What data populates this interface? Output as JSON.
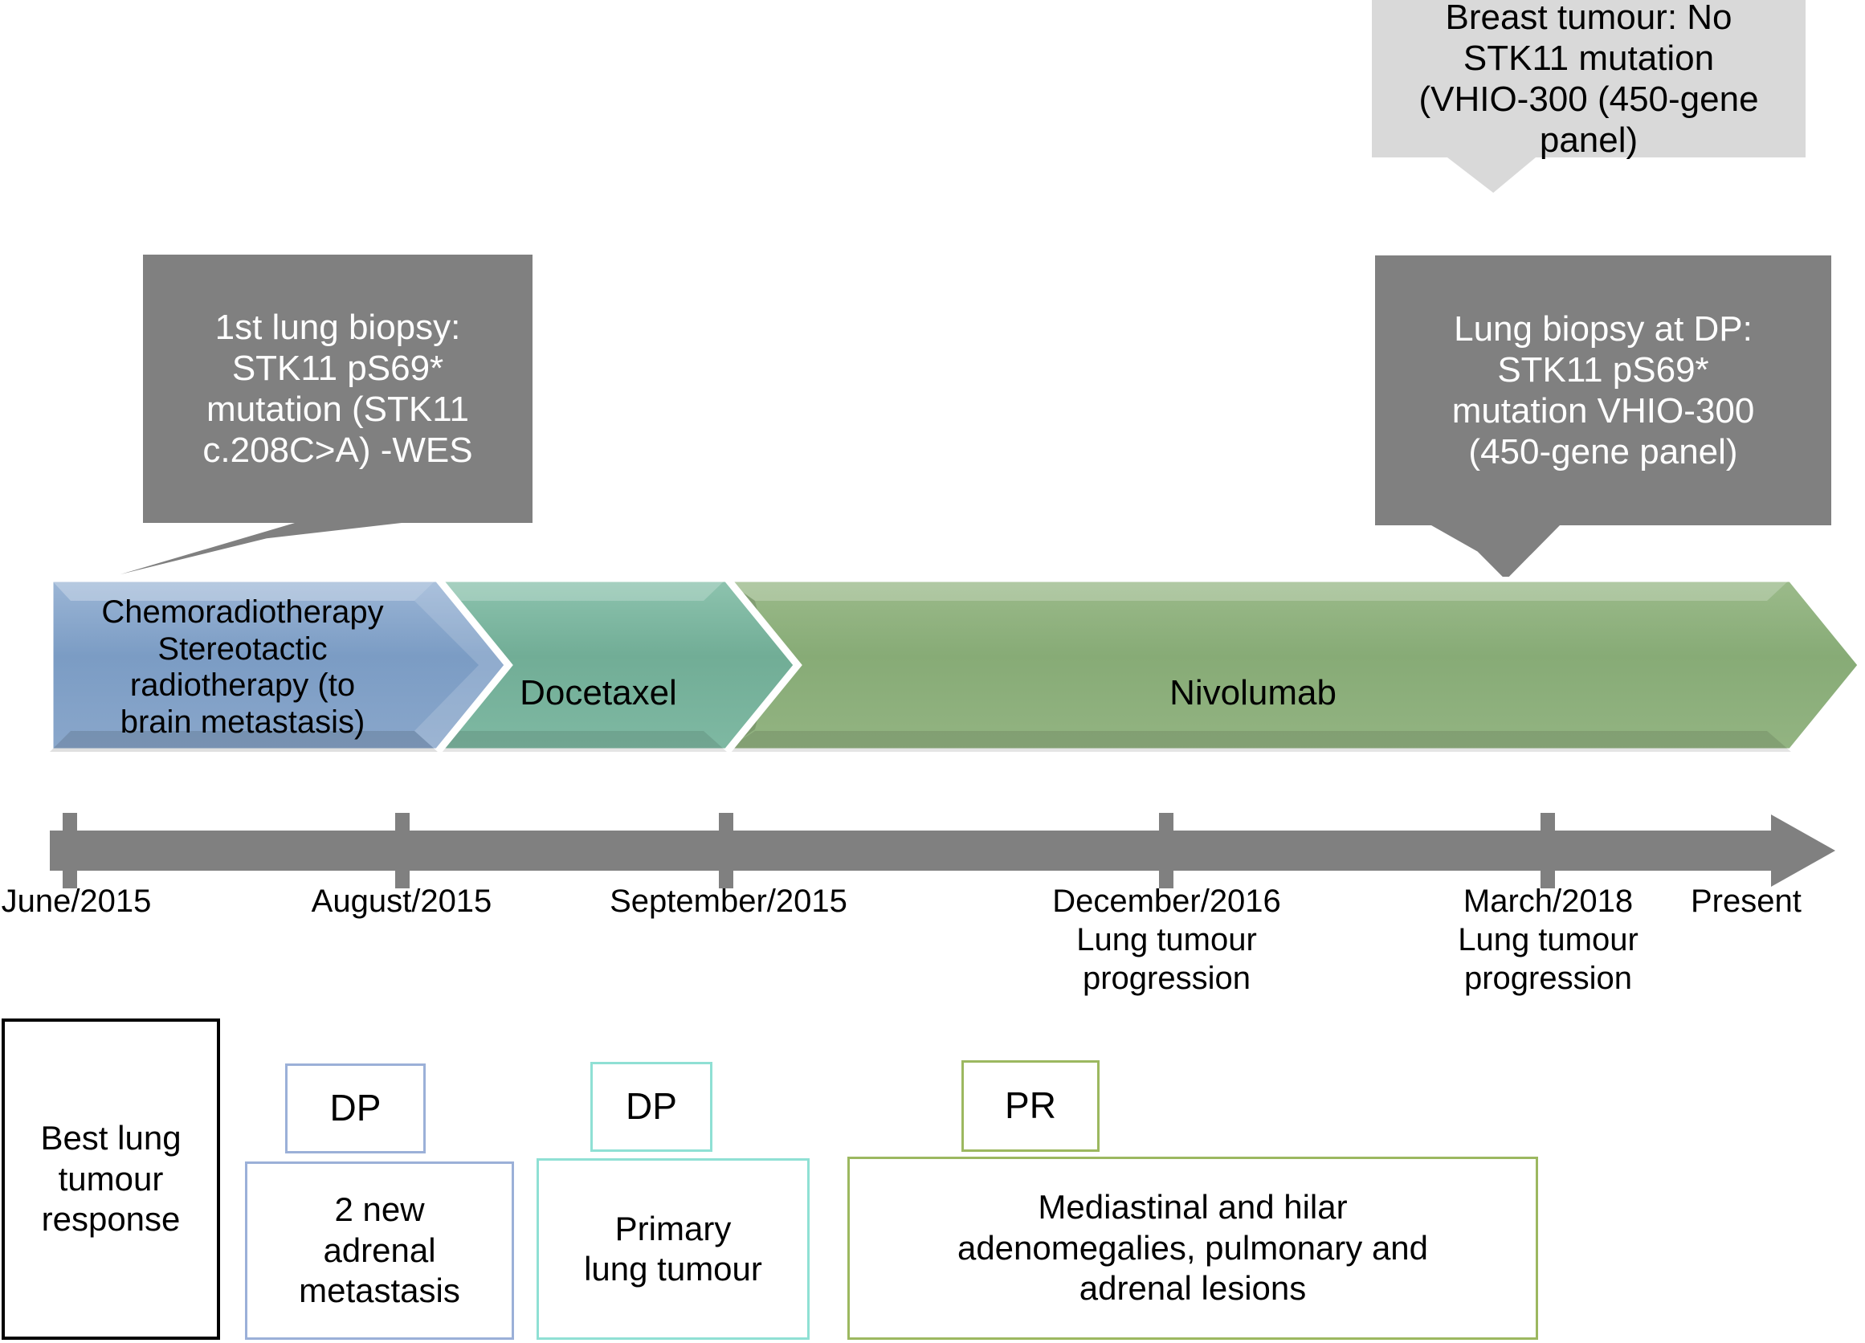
{
  "callouts": [
    {
      "id": "first-lung-biopsy",
      "text": "1st lung biopsy:\nSTK11 pS69*\nmutation (STK11\nc.208C>A) -WES",
      "style": "dark"
    },
    {
      "id": "breast-tumour-panel",
      "text": "Breast tumour: No\nSTK11 mutation\n(VHIO-300 (450-gene\npanel)",
      "style": "light"
    },
    {
      "id": "lung-biopsy-at-dp",
      "text": "Lung biopsy at DP:\nSTK11 pS69*\nmutation VHIO-300\n(450-gene panel)",
      "style": "dark"
    }
  ],
  "treatments": [
    {
      "id": "chemoradiotherapy",
      "label": "Chemoradiotherapy\nStereotactic\nradiotherapy (to\nbrain metastasis)",
      "color": "#7b9cc4"
    },
    {
      "id": "docetaxel",
      "label": "Docetaxel",
      "color": "#71ad96"
    },
    {
      "id": "nivolumab",
      "label": "Nivolumab",
      "color": "#87ab76"
    }
  ],
  "timeline": {
    "ticks": [
      {
        "id": "june-2015",
        "label": "June/2015"
      },
      {
        "id": "august-2015",
        "label": "August/2015"
      },
      {
        "id": "september-2015",
        "label": "September/2015"
      },
      {
        "id": "december-2016",
        "label": "December/2016\nLung tumour\nprogression"
      },
      {
        "id": "march-2018",
        "label": "March/2018\nLung tumour\nprogression"
      },
      {
        "id": "present",
        "label": "Present"
      }
    ]
  },
  "response_row": {
    "legend": "Best lung\ntumour\nresponse",
    "entries": [
      {
        "id": "response-august-2015",
        "code": "DP",
        "detail": "2 new\nadrenal\nmetastasis",
        "color": "#9bb0d8"
      },
      {
        "id": "response-september-2015",
        "code": "DP",
        "detail": "Primary\nlung tumour",
        "color": "#8fe0d4"
      },
      {
        "id": "response-december-2016",
        "code": "PR",
        "detail": "Mediastinal and hilar\nadenomegalies, pulmonary and\nadrenal lesions",
        "color": "#9cb860"
      }
    ]
  },
  "colors": {
    "callout_dark": "#808080",
    "callout_light": "#d9d9d9",
    "axis": "#808080"
  }
}
